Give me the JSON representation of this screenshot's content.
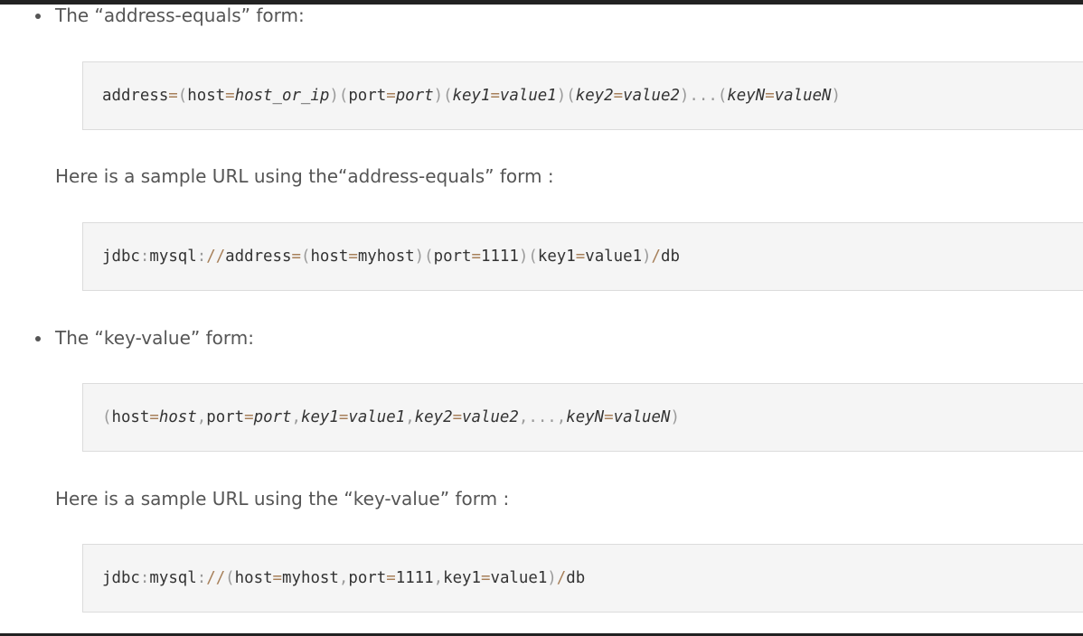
{
  "sections": [
    {
      "bullet": "The “address-equals” form:",
      "syntax_tokens": [
        {
          "t": "address",
          "c": "s"
        },
        {
          "t": "=",
          "c": "o"
        },
        {
          "t": "(",
          "c": "p"
        },
        {
          "t": "host",
          "c": "s"
        },
        {
          "t": "=",
          "c": "o"
        },
        {
          "t": "host_or_ip",
          "c": "i"
        },
        {
          "t": ")",
          "c": "p"
        },
        {
          "t": "(",
          "c": "p"
        },
        {
          "t": "port",
          "c": "s"
        },
        {
          "t": "=",
          "c": "o"
        },
        {
          "t": "port",
          "c": "i"
        },
        {
          "t": ")",
          "c": "p"
        },
        {
          "t": "(",
          "c": "p"
        },
        {
          "t": "key1",
          "c": "i"
        },
        {
          "t": "=",
          "c": "o"
        },
        {
          "t": "value1",
          "c": "i"
        },
        {
          "t": ")",
          "c": "p"
        },
        {
          "t": "(",
          "c": "p"
        },
        {
          "t": "key2",
          "c": "i"
        },
        {
          "t": "=",
          "c": "o"
        },
        {
          "t": "value2",
          "c": "i"
        },
        {
          "t": ")",
          "c": "p"
        },
        {
          "t": "...",
          "c": "p"
        },
        {
          "t": "(",
          "c": "p"
        },
        {
          "t": "keyN",
          "c": "i"
        },
        {
          "t": "=",
          "c": "o"
        },
        {
          "t": "valueN",
          "c": "i"
        },
        {
          "t": ")",
          "c": "p"
        }
      ],
      "sample_intro": "Here is a sample URL using the“address-equals” form :",
      "sample_tokens": [
        {
          "t": "jdbc",
          "c": "s"
        },
        {
          "t": ":",
          "c": "p"
        },
        {
          "t": "mysql",
          "c": "s"
        },
        {
          "t": ":",
          "c": "p"
        },
        {
          "t": "//",
          "c": "o"
        },
        {
          "t": "address",
          "c": "s"
        },
        {
          "t": "=",
          "c": "o"
        },
        {
          "t": "(",
          "c": "p"
        },
        {
          "t": "host",
          "c": "s"
        },
        {
          "t": "=",
          "c": "o"
        },
        {
          "t": "myhost",
          "c": "s"
        },
        {
          "t": ")",
          "c": "p"
        },
        {
          "t": "(",
          "c": "p"
        },
        {
          "t": "port",
          "c": "s"
        },
        {
          "t": "=",
          "c": "o"
        },
        {
          "t": "1111",
          "c": "s"
        },
        {
          "t": ")",
          "c": "p"
        },
        {
          "t": "(",
          "c": "p"
        },
        {
          "t": "key1",
          "c": "s"
        },
        {
          "t": "=",
          "c": "o"
        },
        {
          "t": "value1",
          "c": "s"
        },
        {
          "t": ")",
          "c": "p"
        },
        {
          "t": "/",
          "c": "o"
        },
        {
          "t": "db",
          "c": "s"
        }
      ]
    },
    {
      "bullet": "The “key-value” form:",
      "syntax_tokens": [
        {
          "t": "(",
          "c": "p"
        },
        {
          "t": "host",
          "c": "s"
        },
        {
          "t": "=",
          "c": "o"
        },
        {
          "t": "host",
          "c": "i"
        },
        {
          "t": ",",
          "c": "p"
        },
        {
          "t": "port",
          "c": "s"
        },
        {
          "t": "=",
          "c": "o"
        },
        {
          "t": "port",
          "c": "i"
        },
        {
          "t": ",",
          "c": "p"
        },
        {
          "t": "key1",
          "c": "i"
        },
        {
          "t": "=",
          "c": "o"
        },
        {
          "t": "value1",
          "c": "i"
        },
        {
          "t": ",",
          "c": "p"
        },
        {
          "t": "key2",
          "c": "i"
        },
        {
          "t": "=",
          "c": "o"
        },
        {
          "t": "value2",
          "c": "i"
        },
        {
          "t": ",",
          "c": "p"
        },
        {
          "t": "...",
          "c": "p"
        },
        {
          "t": ",",
          "c": "p"
        },
        {
          "t": "keyN",
          "c": "i"
        },
        {
          "t": "=",
          "c": "o"
        },
        {
          "t": "valueN",
          "c": "i"
        },
        {
          "t": ")",
          "c": "p"
        }
      ],
      "sample_intro": "Here is a sample URL using the “key-value” form :",
      "sample_tokens": [
        {
          "t": "jdbc",
          "c": "s"
        },
        {
          "t": ":",
          "c": "p"
        },
        {
          "t": "mysql",
          "c": "s"
        },
        {
          "t": ":",
          "c": "p"
        },
        {
          "t": "//",
          "c": "o"
        },
        {
          "t": "(",
          "c": "p"
        },
        {
          "t": "host",
          "c": "s"
        },
        {
          "t": "=",
          "c": "o"
        },
        {
          "t": "myhost",
          "c": "s"
        },
        {
          "t": ",",
          "c": "p"
        },
        {
          "t": "port",
          "c": "s"
        },
        {
          "t": "=",
          "c": "o"
        },
        {
          "t": "1111",
          "c": "s"
        },
        {
          "t": ",",
          "c": "p"
        },
        {
          "t": "key1",
          "c": "s"
        },
        {
          "t": "=",
          "c": "o"
        },
        {
          "t": "value1",
          "c": "s"
        },
        {
          "t": ")",
          "c": "p"
        },
        {
          "t": "/",
          "c": "o"
        },
        {
          "t": "db",
          "c": "s"
        }
      ]
    }
  ],
  "colors": {
    "body_text": "#555555",
    "code_text": "#333333",
    "code_punctuation": "#9a9a9a",
    "code_operator": "#a67f59",
    "code_background": "#f5f5f5",
    "code_border": "#dcdcdc",
    "frame_bar": "#222222"
  }
}
